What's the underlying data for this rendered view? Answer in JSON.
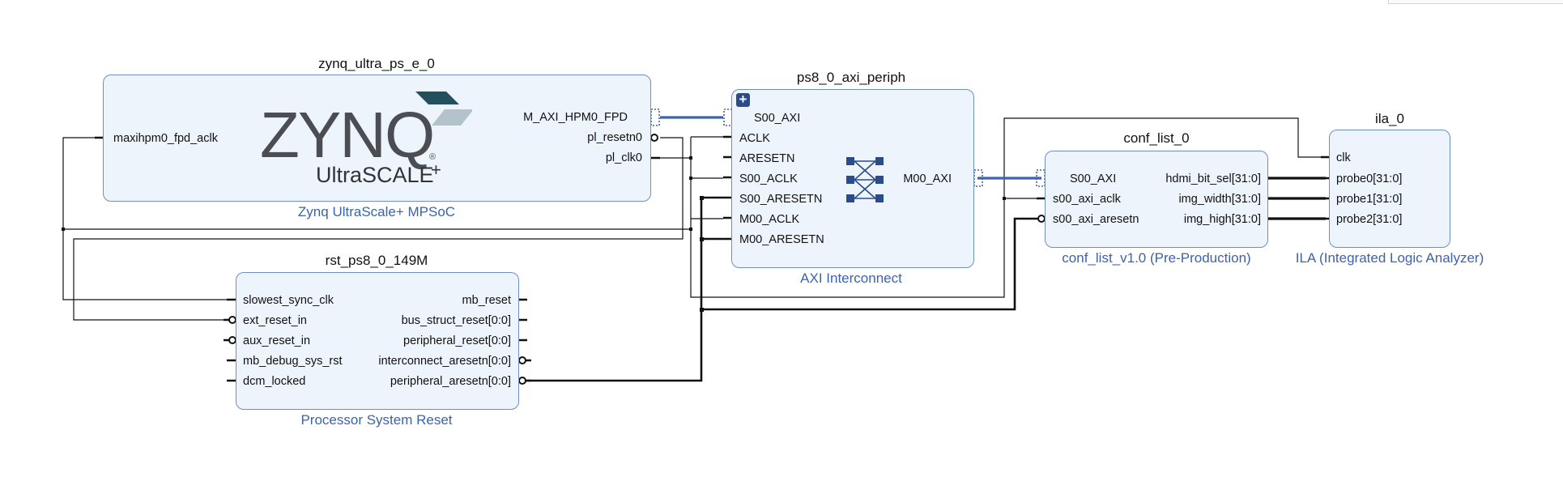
{
  "blocks": {
    "zynq": {
      "title": "zynq_ultra_ps_e_0",
      "subtitle": "Zynq UltraScale+ MPSoC",
      "logo_word": "ZYNQ",
      "logo_ultra": "UltraSCALE",
      "logo_plus": "+",
      "logo_reg": "®",
      "pins_left": [
        "maxihpm0_fpd_aclk"
      ],
      "pins_right": [
        "M_AXI_HPM0_FPD",
        "pl_resetn0",
        "pl_clk0"
      ]
    },
    "axi": {
      "title": "ps8_0_axi_periph",
      "subtitle": "AXI Interconnect",
      "pins_left": [
        "S00_AXI",
        "ACLK",
        "ARESETN",
        "S00_ACLK",
        "S00_ARESETN",
        "M00_ACLK",
        "M00_ARESETN"
      ],
      "pins_right": [
        "M00_AXI"
      ]
    },
    "rst": {
      "title": "rst_ps8_0_149M",
      "subtitle": "Processor System Reset",
      "pins_left": [
        "slowest_sync_clk",
        "ext_reset_in",
        "aux_reset_in",
        "mb_debug_sys_rst",
        "dcm_locked"
      ],
      "pins_right": [
        "mb_reset",
        "bus_struct_reset[0:0]",
        "peripheral_reset[0:0]",
        "interconnect_aresetn[0:0]",
        "peripheral_aresetn[0:0]"
      ]
    },
    "conf": {
      "title": "conf_list_0",
      "subtitle": "conf_list_v1.0 (Pre-Production)",
      "pins_left": [
        "S00_AXI",
        "s00_axi_aclk",
        "s00_axi_aresetn"
      ],
      "pins_right": [
        "hdmi_bit_sel[31:0]",
        "img_width[31:0]",
        "img_high[31:0]"
      ]
    },
    "ila": {
      "title": "ila_0",
      "subtitle": "ILA (Integrated Logic Analyzer)",
      "pins_left": [
        "clk",
        "probe0[31:0]",
        "probe1[31:0]",
        "probe2[31:0]"
      ]
    }
  },
  "expand_button_label": "+",
  "colors": {
    "block_fill": "#eef4fc",
    "block_border": "#6e8fc0",
    "subtitle_text": "#3d63a8",
    "bus_wire": "#3f63ad",
    "wire": "#111111",
    "icon_fill": "#2a4c8a"
  }
}
